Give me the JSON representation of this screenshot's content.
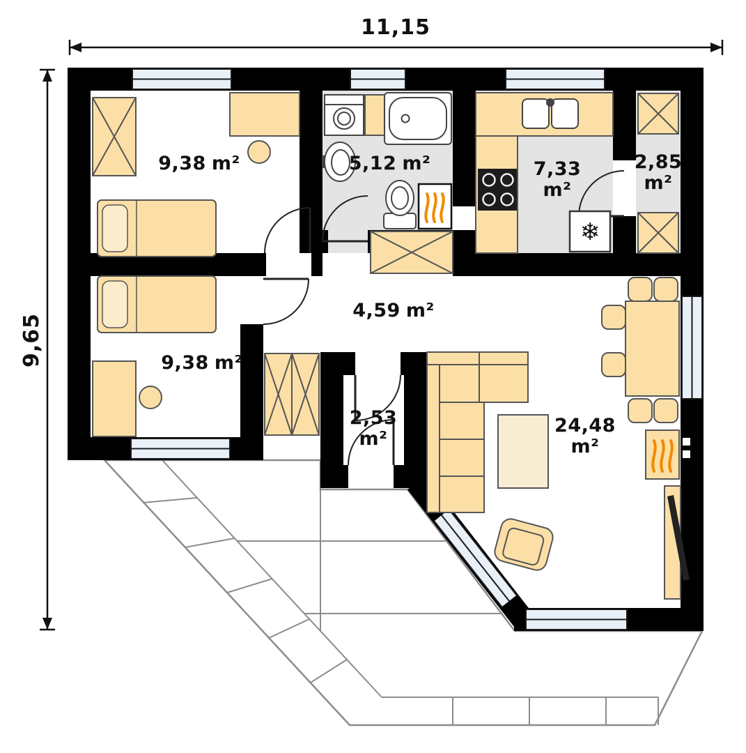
{
  "plan": {
    "dimensions": {
      "width": "11,15",
      "height": "9,65"
    },
    "rooms": [
      {
        "name": "bedroom-top",
        "value": "9,38",
        "unit": "m²"
      },
      {
        "name": "bathroom",
        "value": "5,12",
        "unit": "m²"
      },
      {
        "name": "kitchen",
        "value": "7,33",
        "unit": "m²"
      },
      {
        "name": "pantry",
        "value": "2,85",
        "unit": "m²"
      },
      {
        "name": "hallway",
        "value": "4,59",
        "unit": "m²"
      },
      {
        "name": "bedroom-bottom",
        "value": "9,38",
        "unit": "m²"
      },
      {
        "name": "entry-hall",
        "value": "2,53",
        "unit": "m²"
      },
      {
        "name": "living-room",
        "value": "24,48",
        "unit": "m²"
      }
    ],
    "icons": {
      "fridge_snowflake": "❄"
    },
    "colors": {
      "wall": "#000000",
      "furniture": "#fbdfa6",
      "furniture_light": "#fdeccb",
      "wet_floor": "#e4e4e4",
      "window": "#e9f0f8",
      "flame": "#f08a00",
      "terrace_line": "#8c8c8c"
    }
  }
}
